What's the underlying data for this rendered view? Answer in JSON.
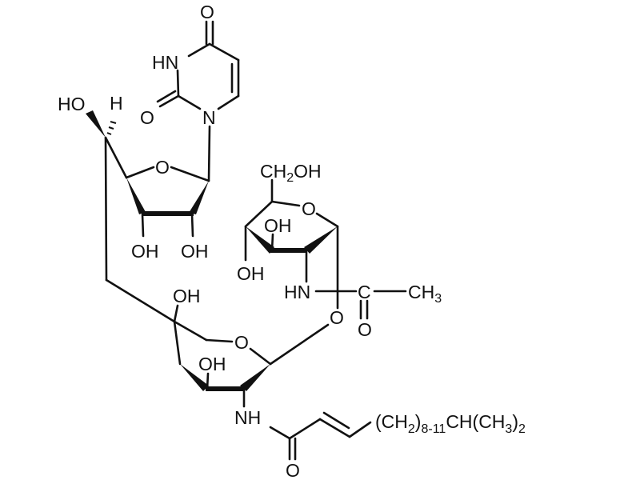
{
  "molecule": {
    "uracil": {
      "o_top": "O",
      "hn": "HN",
      "o_left": "O",
      "n1": "N"
    },
    "ribose": {
      "ring_o": "O",
      "ho": "HO",
      "h": "H",
      "oh_left": "OH",
      "oh_right": "OH"
    },
    "glucosamine": {
      "ch2oh_main": "CH",
      "ch2oh_sub": "2",
      "ch2oh_tail": "OH",
      "ring_o": "O",
      "oh_inner": "OH",
      "oh_left": "OH",
      "hn": "HN"
    },
    "acetyl": {
      "c": "C",
      "ch3_main": "CH",
      "ch3_sub": "3",
      "o": "O"
    },
    "glycosidic_o": "O",
    "lower_sugar": {
      "oh_top": "OH",
      "ring_o": "O",
      "oh_inner": "OH",
      "nh": "NH"
    },
    "acyl": {
      "o": "O",
      "tail_1": "(CH",
      "tail_2": "2",
      "tail_3": ")",
      "tail_4": "8-11",
      "tail_5": "CH(CH",
      "tail_6": "3",
      "tail_7": ")",
      "tail_8": "2"
    }
  }
}
